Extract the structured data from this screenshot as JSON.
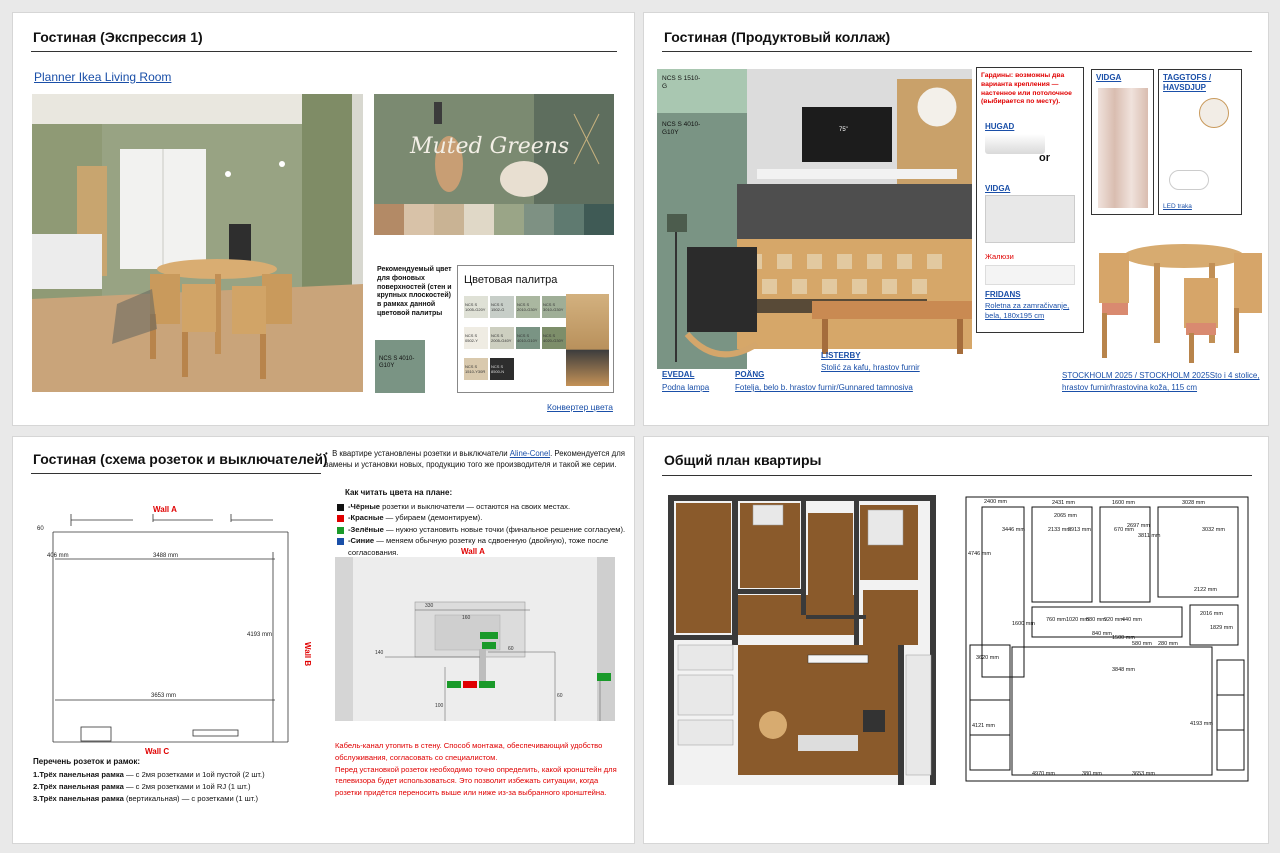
{
  "slide1": {
    "title": "Гостиная (Экспрессия 1)",
    "planner_link": "Planner Ikea Living Room",
    "moodboard_text": "Muted Greens",
    "recommended_text": "Рекомендуемый цвет для фоновых поверхностей (стен и крупных плоскостей) в рамках данной цветовой палитры",
    "recommended_color_code": "NCS S 4010-G10Y",
    "recommended_color": "#7a9484",
    "palette_title": "Цветовая палитра",
    "palette_chips": [
      {
        "code": "NCS S 1005-G20Y",
        "color": "#dfe1d6"
      },
      {
        "code": "NCS S 1502-G",
        "color": "#c7cec8"
      },
      {
        "code": "NCS S 2010-G30Y",
        "color": "#aab7a0"
      },
      {
        "code": "NCS S 3010-G30Y",
        "color": "#9fae97"
      },
      {
        "code": "NCS S 0502-Y",
        "color": "#efece3"
      },
      {
        "code": "NCS S 2005-G40Y",
        "color": "#cdcfc0"
      },
      {
        "code": "NCS S 4010-G10Y",
        "color": "#7a9484"
      },
      {
        "code": "NCS S 4020-G30Y",
        "color": "#7d8e6a"
      },
      {
        "code": "NCS S 1510-Y30R",
        "color": "#d9c9ad"
      },
      {
        "code": "NCS S 8500-N",
        "color": "#2d2d2d"
      }
    ],
    "converter_link": "Конвертер цвета"
  },
  "slide2": {
    "title": "Гостиная (Продуктовый коллаж)",
    "ncs1": "NCS S 1510-G",
    "ncs2": "NCS S 4010-G10Y",
    "curtains_note": "Гардины: возможны два варианта крепления — настенное или потолочное (выбирается по месту).",
    "hugad": "HUGAD",
    "or_text": "or",
    "vidga1": "VIDGA",
    "zhaluzi": "Жалюзи",
    "fridans": "FRIDANS",
    "fridans_desc": "Roletna za zamračivanje, bela, 180x195 cm",
    "vidga2": "VIDGA",
    "taggtofs": "TAGGTOFS / HAVSDJUP",
    "led": "LED traka",
    "tv_label": "75\"",
    "evedal": "EVEDAL",
    "evedal_desc": "Podna lampa",
    "poang": "POÄNG",
    "poang_desc": "Fotelja, belo b. hrastov furnir/Gunnared tamnosiva",
    "listerby": "LISTERBY",
    "listerby_desc": "Stolić za kafu, hrastov furnir",
    "stockholm": "STOCKHOLM 2025 / STOCKHOLM 2025Sto i 4 stolice, hrastov furnir/hrastovina koža, 115 cm",
    "colors": {
      "mint": "#a9c7b1",
      "sage": "#7a9484",
      "sofa": "#4a4a4a",
      "oak": "#c89a5e"
    }
  },
  "slide3": {
    "title": "Гостиная (схема розеток и выключателей)",
    "bullet": "В квартире установлены розетки и выключатели",
    "bullet_link": "Aline-Conel",
    "bullet_tail": ". Рекомендуется для замены и установки новых, продукцию того же производителя и такой же серии.",
    "wall_a": "Wall A",
    "wall_b": "Wall B",
    "wall_c": "Wall C",
    "dims": {
      "d60": "60",
      "d406": "406 mm",
      "d3488": "3488 mm",
      "d4193": "4193 mm",
      "d3653": "3653 mm"
    },
    "legend_title": "Как читать цвета на плане:",
    "legend": [
      {
        "color": "#111111",
        "bold": "-Чёрные",
        "rest": " розетки и выключатели — остаются на своих местах."
      },
      {
        "color": "#e00000",
        "bold": "-Красные",
        "rest": " — убираем (демонтируем)."
      },
      {
        "color": "#1a9a2a",
        "bold": "-Зелёные",
        "rest": " — нужно установить новые точки (финальное решение согласуем)."
      },
      {
        "color": "#1a4fa8",
        "bold": "-Синие",
        "rest": " — меняем обычную розетку на сдвоенную (двойную), тоже после согласования."
      }
    ],
    "wall_a2": "Wall A",
    "elev_dims": {
      "a": "330",
      "b": "140",
      "c": "160",
      "d": "60",
      "e": "60",
      "f": "100"
    },
    "list_title": "Перечень розеток и рамок:",
    "list": [
      {
        "bold": "1.Трёх панельная рамка",
        "rest": " — с 2мя розетками и 1ой пустой (2 шт.)"
      },
      {
        "bold": "2.Трёх панельная рамка",
        "rest": " — с 2мя розетками и 1ой RJ (1 шт.)"
      },
      {
        "bold": "3.Трёх панельная рамка",
        "rest": " (вертикальная) — с розетками (1 шт.)"
      }
    ],
    "red_notes": [
      "Кабель-канал утопить в стену. Способ монтажа, обеспечивающий удобство обслуживания, согласовать со специалистом.",
      "Перед установкой розеток необходимо точно определить, какой кронштейн для телевизора будет использоваться. Это позволит избежать ситуации, когда розетки придётся переносить выше или ниже из-за выбранного кронштейна."
    ]
  },
  "slide4": {
    "title": "Общий план квартиры",
    "dims": [
      "2400 mm",
      "2431 mm",
      "1600 mm",
      "3028 mm",
      "2065 mm",
      "2697 mm",
      "4746 mm",
      "3446 mm",
      "2133 mm",
      "2913 mm",
      "670 mm",
      "3811 mm",
      "3032 mm",
      "2122 mm",
      "1600 mm",
      "760 mm",
      "1020 mm",
      "880 mm",
      "920 mm",
      "440 mm",
      "2016 mm",
      "1829 mm",
      "840 mm",
      "1500 mm",
      "580 mm",
      "280 mm",
      "3620 mm",
      "3848 mm",
      "4121 mm",
      "4193 mm",
      "4970 mm",
      "3653 mm",
      "380 mm"
    ],
    "colors": {
      "floor": "#8a5a2b",
      "wall": "#3a3a3a",
      "tile": "#e8e8e8"
    }
  }
}
